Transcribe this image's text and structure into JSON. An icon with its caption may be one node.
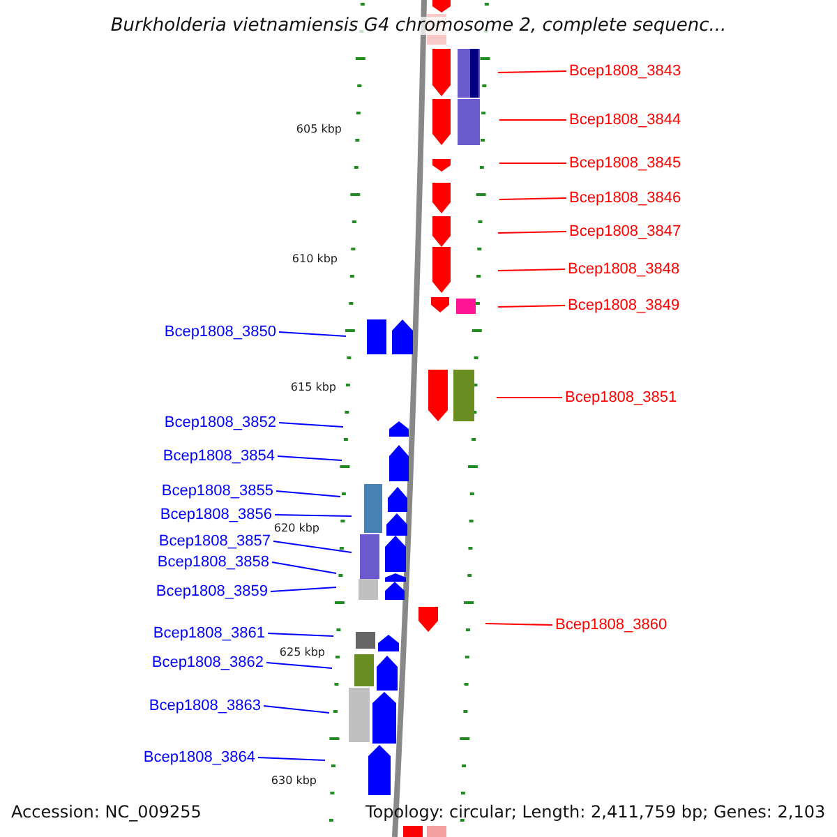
{
  "diagram": {
    "title": "Burkholderia vietnamiensis G4 chromosome 2, complete sequenc...",
    "nodes": [
      {
        "text": [
          "Bcep1808_3843"
        ]
      },
      {
        "text": [
          "Bcep1808_3844"
        ]
      },
      {
        "text": [
          "Bcep1808_3845"
        ]
      },
      {
        "text": [
          "Bcep1808_3846"
        ]
      },
      {
        "text": [
          "Bcep1808_3847"
        ]
      },
      {
        "text": [
          "Bcep1808_3848"
        ]
      },
      {
        "text": [
          "Bcep1808_3849"
        ]
      },
      {
        "text": [
          "Bcep1808_3850"
        ]
      },
      {
        "text": [
          "Bcep1808_3851"
        ]
      },
      {
        "text": [
          "Bcep1808_3852"
        ]
      },
      {
        "text": [
          "Bcep1808_3854"
        ]
      },
      {
        "text": [
          "Bcep1808_3855"
        ]
      },
      {
        "text": [
          "Bcep1808_3856"
        ]
      },
      {
        "text": [
          "Bcep1808_3857"
        ]
      },
      {
        "text": [
          "Bcep1808_3858"
        ]
      },
      {
        "text": [
          "Bcep1808_3859"
        ]
      },
      {
        "text": [
          "Bcep1808_3860"
        ]
      },
      {
        "text": [
          "Bcep1808_3861"
        ]
      },
      {
        "text": [
          "Bcep1808_3862"
        ]
      },
      {
        "text": [
          "Bcep1808_3863"
        ]
      },
      {
        "text": [
          "Bcep1808_3864"
        ]
      }
    ],
    "edges": [
      {
        "from": 0,
        "to": null,
        "arrow": "none",
        "color": "#ff0000"
      },
      {
        "from": 1,
        "to": null,
        "arrow": "none",
        "color": "#ff0000"
      },
      {
        "from": 2,
        "to": null,
        "arrow": "none",
        "color": "#ff0000"
      },
      {
        "from": 3,
        "to": null,
        "arrow": "none",
        "color": "#ff0000"
      },
      {
        "from": 4,
        "to": null,
        "arrow": "none",
        "color": "#ff0000"
      },
      {
        "from": 5,
        "to": null,
        "arrow": "none",
        "color": "#ff0000"
      },
      {
        "from": 6,
        "to": null,
        "arrow": "none",
        "color": "#ff0000"
      },
      {
        "from": 7,
        "to": null,
        "arrow": "none"
      },
      {
        "from": 8,
        "to": null,
        "arrow": "none",
        "color": "#ff0000"
      },
      {
        "from": 9,
        "to": null,
        "arrow": "none"
      },
      {
        "from": 10,
        "to": null,
        "arrow": "none"
      },
      {
        "from": 11,
        "to": null,
        "arrow": "none"
      },
      {
        "from": 12,
        "to": null,
        "arrow": "none"
      },
      {
        "from": 13,
        "to": null,
        "arrow": "none"
      },
      {
        "from": 14,
        "to": null,
        "arrow": "none"
      },
      {
        "from": 15,
        "to": null,
        "arrow": "none"
      },
      {
        "from": 16,
        "to": null,
        "arrow": "none",
        "color": "#ff0000"
      },
      {
        "from": 17,
        "to": null,
        "arrow": "none"
      },
      {
        "from": 18,
        "to": null,
        "arrow": "none"
      },
      {
        "from": 19,
        "to": null,
        "arrow": "none"
      },
      {
        "from": 20,
        "to": null,
        "arrow": "none"
      }
    ],
    "labels": [
      "605 kbp",
      "610 kbp",
      "615 kbp",
      "620 kbp",
      "625 kbp",
      "630 kbp",
      "Accession: NC_009255",
      "Topology: circular; Length: 2,411,759 bp; Genes: 2,103"
    ]
  }
}
